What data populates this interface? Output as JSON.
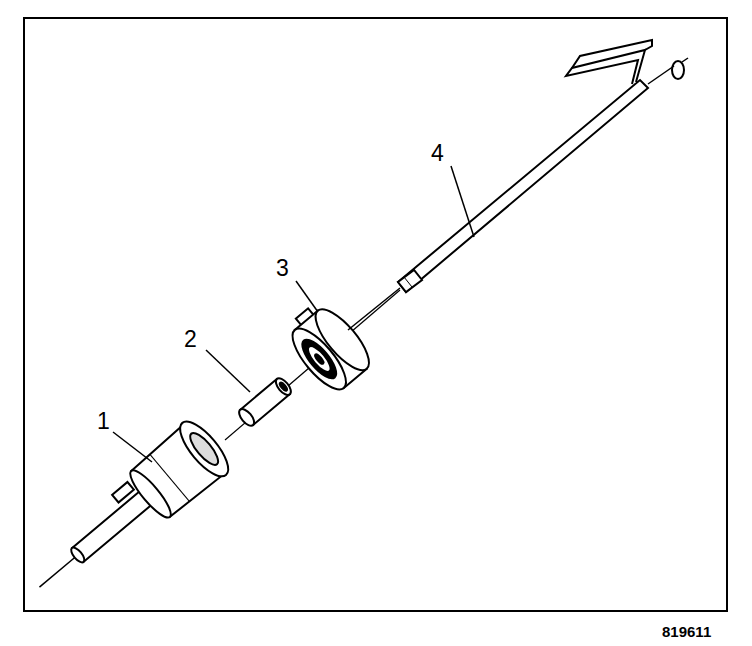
{
  "diagram": {
    "labels": [
      "1",
      "2",
      "3",
      "4",
      "819611"
    ]
  }
}
